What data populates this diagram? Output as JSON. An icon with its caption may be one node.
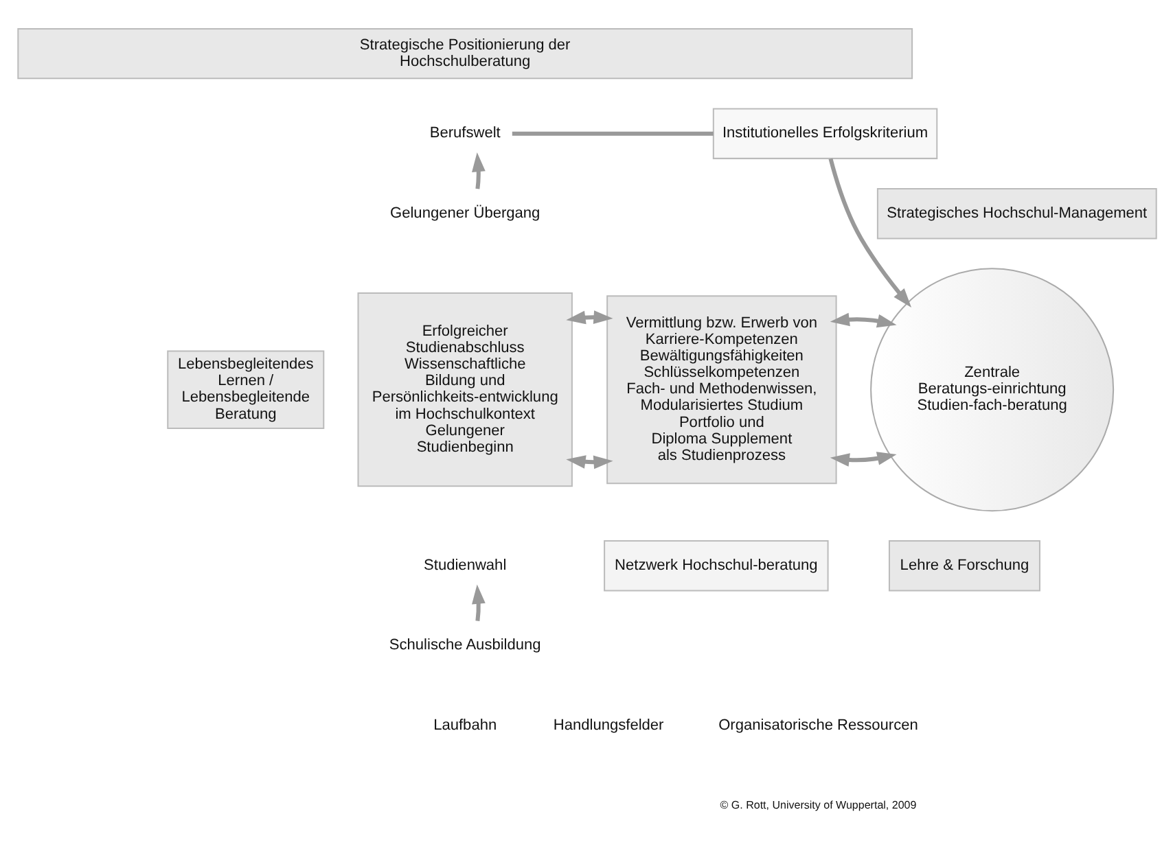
{
  "diagram": {
    "nodes": [
      {
        "text": [
          "Strategische Positionierung der Hochschulberatung"
        ]
      },
      {
        "text": [
          "Lebensbegleitendes Lernen / Lebensbegleitende Beratung"
        ]
      },
      {
        "text": [
          "Berufswelt"
        ]
      },
      {
        "text": [
          "Gelungener Übergang"
        ]
      },
      {
        "text": [
          "Erfolgreicher Studienabschluss",
          "Wissenschaftliche Bildung und Persönlichkeits-entwicklung im Hochschulkontext",
          "Gelungener Studienbeginn"
        ]
      },
      {
        "text": [
          "Studienwahl"
        ]
      },
      {
        "text": [
          "Schulische Ausbildung"
        ]
      },
      {
        "text": [
          "Institutionelles Erfolgskriterium"
        ]
      },
      {
        "text": [
          "Vermittlung bzw. Erwerb von",
          "Karriere-Kompetenzen",
          "Bewältigungsfähigkeiten",
          "Schlüsselkompetenzen",
          "Fach- und Methodenwissen,",
          "Modularisiertes Studium",
          "Portfolio und",
          "Diploma Supplement",
          "als Studienprozess"
        ]
      },
      {
        "text": [
          "Zentrale Beratungs-einrichtung",
          "Studien-fach-beratung"
        ]
      },
      {
        "text": [
          "Netzwerk Hochschul-beratung"
        ]
      },
      {
        "text": [
          "Strategisches Hochschul-Management"
        ]
      },
      {
        "text": [
          "Lehre & Forschung"
        ]
      }
    ],
    "edges": [
      {
        "from": 3,
        "to": 2,
        "arrow": "to"
      },
      {
        "from": 6,
        "to": 5,
        "arrow": "to"
      },
      {
        "from": 4,
        "to": 8,
        "arrow": "both"
      },
      {
        "from": 4,
        "to": 8,
        "arrow": "both"
      },
      {
        "from": 8,
        "to": 9,
        "arrow": "both"
      },
      {
        "from": 8,
        "to": 9,
        "arrow": "both"
      },
      {
        "from": 2,
        "to": 7,
        "arrow": "none"
      },
      {
        "from": 7,
        "to": 9,
        "arrow": "to"
      }
    ],
    "labels": [
      "Laufbahn",
      "Handlungsfelder",
      "Organisatorische Ressourcen",
      "© G. Rott, University of Wuppertal, 2009"
    ]
  }
}
